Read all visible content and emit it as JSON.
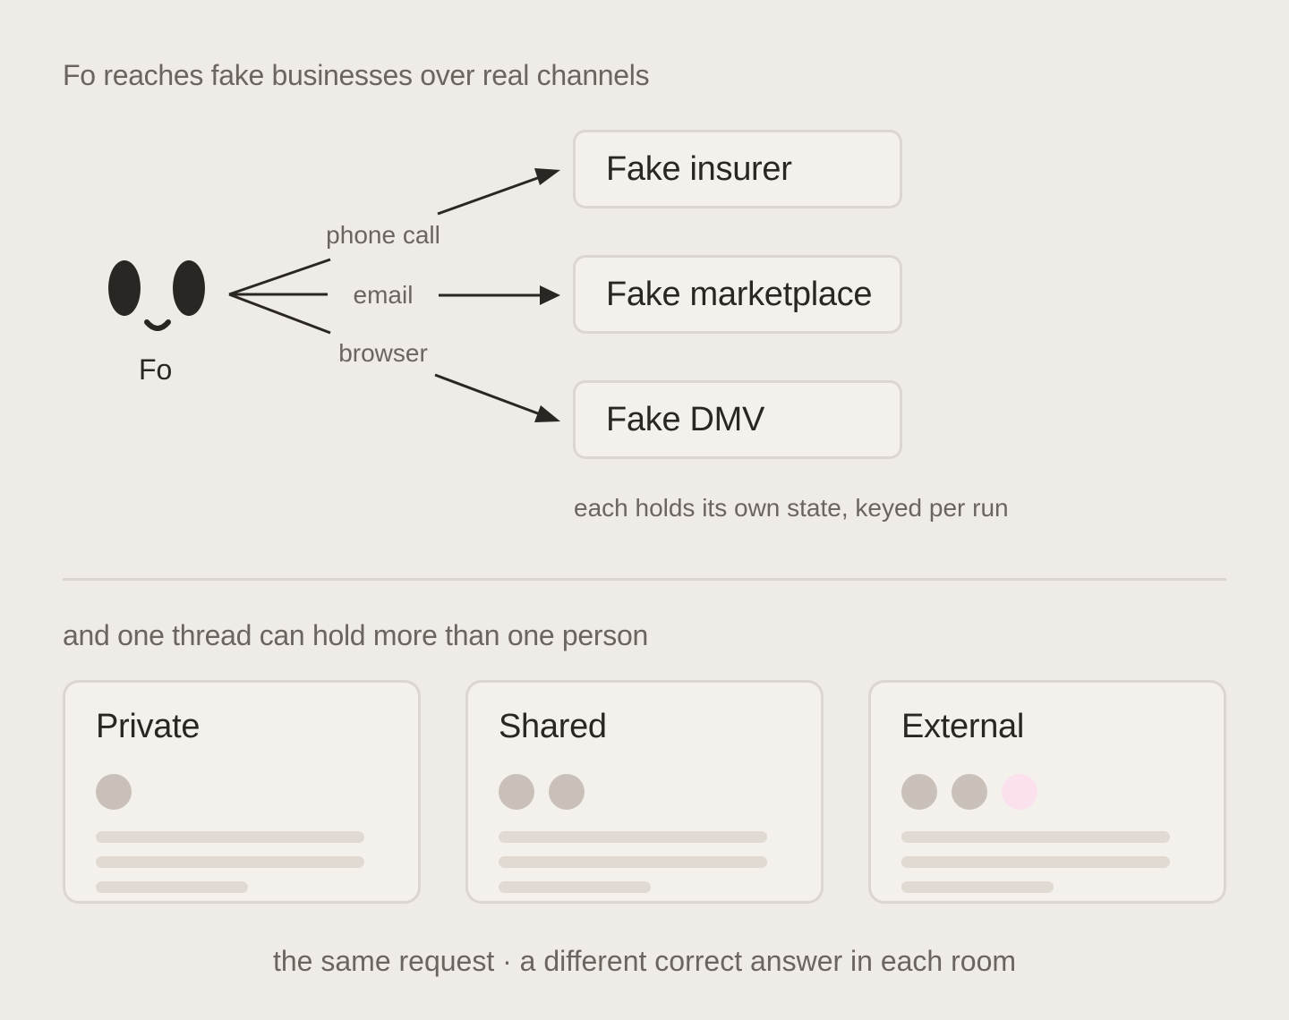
{
  "top_heading": "Fo reaches fake businesses over real channels",
  "agent": {
    "name": "Fo"
  },
  "channels": [
    {
      "label": "phone call"
    },
    {
      "label": "email"
    },
    {
      "label": "browser"
    }
  ],
  "businesses": [
    {
      "label": "Fake insurer"
    },
    {
      "label": "Fake marketplace"
    },
    {
      "label": "Fake DMV"
    }
  ],
  "businesses_note": "each holds its own state, keyed per run",
  "bottom_heading": "and one thread can hold more than one person",
  "rooms": [
    {
      "title": "Private",
      "people": [
        "#c8c0b9"
      ]
    },
    {
      "title": "Shared",
      "people": [
        "#c8c0b9",
        "#c8c0b9"
      ]
    },
    {
      "title": "External",
      "people": [
        "#c8c0b9",
        "#c8c0b9",
        "#fbe0ee"
      ]
    }
  ],
  "caption": "the same request · a different correct answer in each room",
  "colors": {
    "ink": "#2a2623",
    "muted": "#6b6560",
    "border": "#dcd6d0",
    "card": "#f4f1ed",
    "background": "#efebe7",
    "external_person": "#fbe0ee"
  }
}
